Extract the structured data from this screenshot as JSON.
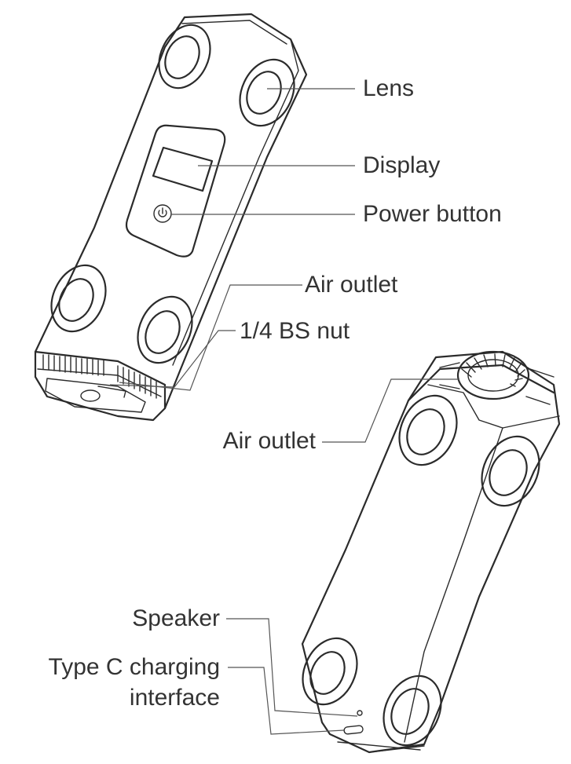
{
  "labels": {
    "lens": "Lens",
    "display": "Display",
    "power_button": "Power button",
    "air_outlet_top": "Air outlet",
    "bs_nut": "1/4 BS nut",
    "air_outlet_side": "Air outlet",
    "speaker": "Speaker",
    "type_c_line1": "Type C charging",
    "type_c_line2": "interface"
  },
  "icons": {
    "power": "power-icon"
  }
}
